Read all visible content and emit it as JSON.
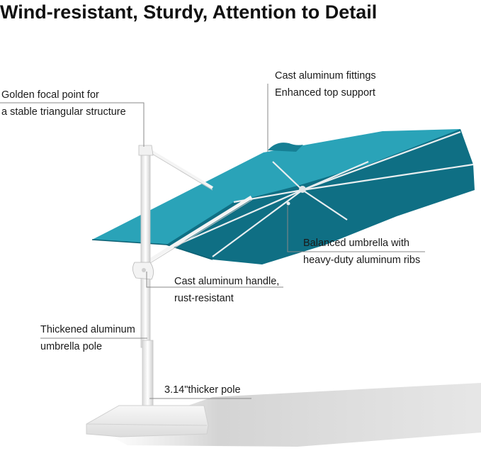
{
  "title": "Wind-resistant, Sturdy, Attention to Detail",
  "colors": {
    "canopy_light": "#2aa3b8",
    "canopy_dark": "#0f6f84",
    "frame": "#f2f2f2",
    "leader_line": "#8a8a8a"
  },
  "callouts": {
    "focal": {
      "line1": "Golden focal point for",
      "line2": "a stable triangular structure"
    },
    "fittings": {
      "line1": "Cast aluminum fittings",
      "line2": "Enhanced top support"
    },
    "ribs": {
      "line1": "Balanced umbrella with",
      "line2": "heavy-duty aluminum ribs"
    },
    "handle": {
      "line1": "Cast aluminum handle,",
      "line2": "rust-resistant"
    },
    "pole": {
      "line1": "Thickened aluminum",
      "line2": "umbrella pole"
    },
    "thicker": {
      "line1": "3.14\"thicker pole"
    }
  }
}
